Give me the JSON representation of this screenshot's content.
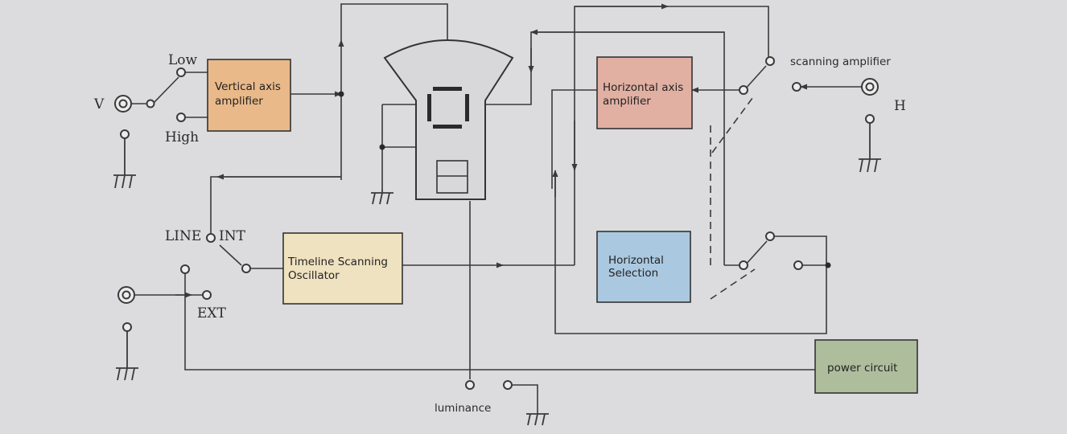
{
  "blocks": {
    "vertical_amp": {
      "line1": "Vertical axis",
      "line2": "amplifier",
      "color": "#eab98a"
    },
    "horizontal_amp": {
      "line1": "Horizontal axis",
      "line2": "amplifier",
      "color": "#e1b0a3"
    },
    "timeline_osc": {
      "line1": "Timeline Scanning",
      "line2": "Oscillator",
      "color": "#efe2c0"
    },
    "horizontal_sel": {
      "line1": "Horizontal",
      "line2": "Selection",
      "color": "#aac9e0"
    },
    "power": {
      "label": "power circuit",
      "color": "#aebd9c"
    }
  },
  "labels": {
    "v": "V",
    "low": "Low",
    "high": "High",
    "h": "H",
    "line": "LINE",
    "int": "INT",
    "ext": "EXT",
    "scanning_amplifier": "scanning amplifier",
    "luminance": "luminance"
  },
  "colors": {
    "wire": "#3a3a3a",
    "background": "#dcdcde",
    "crt": "#d8d8da"
  }
}
